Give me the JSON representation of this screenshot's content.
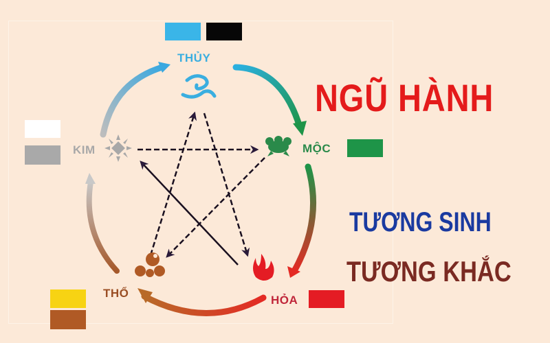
{
  "title": {
    "main": "NGŨ HÀNH",
    "line2": "TƯƠNG SINH",
    "line3": "TƯƠNG KHẮC",
    "colors": {
      "main": "#e41b1b",
      "line2": "#1a3aa0",
      "line3": "#7a2a22"
    }
  },
  "elements": [
    {
      "name": "THỦY",
      "icon": "water-wave-icon",
      "color": "#3aaee0",
      "swatches": [
        "#3ab5e8",
        "#070707"
      ]
    },
    {
      "name": "MỘC",
      "icon": "tree-icon",
      "color": "#2a8a4a",
      "swatches": [
        "#1e9448"
      ]
    },
    {
      "name": "HỎA",
      "icon": "fire-icon",
      "color": "#c0263a",
      "swatches": [
        "#e41c24"
      ]
    },
    {
      "name": "THỔ",
      "icon": "earth-icon",
      "color": "#9a4e24",
      "swatches": [
        "#f7d313",
        "#b05a25"
      ]
    },
    {
      "name": "KIM",
      "icon": "metal-star-icon",
      "color": "#a8a8a8",
      "swatches": [
        "#ffffff",
        "#a9a9a9"
      ]
    }
  ],
  "cycles": {
    "generating": [
      "THỦY → MỘC",
      "MỘC → HỎA",
      "HỎA → THỔ",
      "THỔ → KIM",
      "KIM → THỦY"
    ],
    "overcoming": [
      "THỦY → HỎA",
      "HỎA → KIM",
      "KIM → MỘC",
      "MỘC → THỔ",
      "THỔ → THỦY"
    ]
  }
}
